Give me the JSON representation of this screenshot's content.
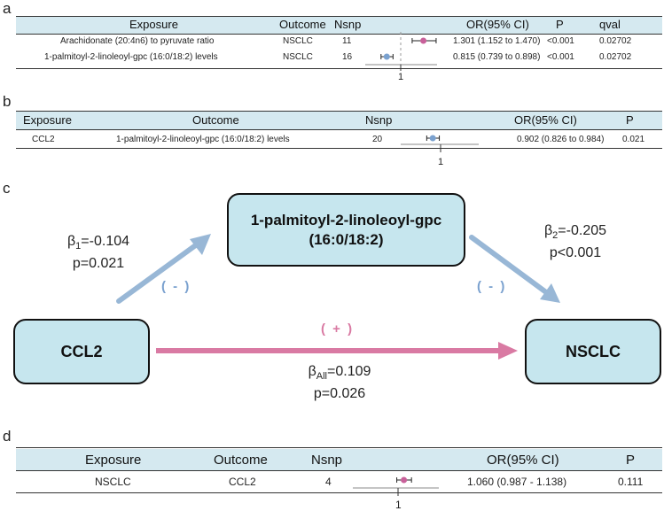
{
  "panels": {
    "a": "a",
    "b": "b",
    "c": "c",
    "d": "d"
  },
  "table_a": {
    "headers": {
      "exposure": "Exposure",
      "outcome": "Outcome",
      "nsnp": "Nsnp",
      "or": "OR(95% CI)",
      "p": "P",
      "qval": "qval"
    },
    "rows": [
      {
        "exposure": "Arachidonate (20:4n6) to pyruvate ratio",
        "outcome": "NSCLC",
        "nsnp": "11",
        "or": "1.301 (1.152 to 1.470)",
        "p": "<0.001",
        "qval": "0.02702"
      },
      {
        "exposure": "1-palmitoyl-2-linoleoyl-gpc (16:0/18:2) levels",
        "outcome": "NSCLC",
        "nsnp": "16",
        "or": "0.815 (0.739 to 0.898)",
        "p": "<0.001",
        "qval": "0.02702"
      }
    ],
    "axis_tick": "1"
  },
  "table_b": {
    "headers": {
      "exposure": "Exposure",
      "outcome": "Outcome",
      "nsnp": "Nsnp",
      "or": "OR(95% CI)",
      "p": "P"
    },
    "rows": [
      {
        "exposure": "CCL2",
        "outcome": "1-palmitoyl-2-linoleoyl-gpc (16:0/18:2) levels",
        "nsnp": "20",
        "or": "0.902 (0.826 to 0.984)",
        "p": "0.021"
      }
    ],
    "axis_tick": "1"
  },
  "diagram_c": {
    "mediator": "1-palmitoyl-2-linoleoyl-gpc",
    "mediator_line2": "(16:0/18:2)",
    "exposure": "CCL2",
    "outcome": "NSCLC",
    "beta1_symbol": "β",
    "beta1_sub": "1",
    "beta1_value": "=-0.104",
    "p1": "p=0.021",
    "beta2_symbol": "β",
    "beta2_sub": "2",
    "beta2_value": "=-0.205",
    "p2": "p<0.001",
    "beta_all_symbol": "β",
    "beta_all_sub": "All",
    "beta_all_value": "=0.109",
    "p_all": "p=0.026",
    "sign_left": "( - )",
    "sign_right": "( - )",
    "sign_direct": "( + )",
    "colors": {
      "blue_arrow": "#98b7d6",
      "pink_arrow": "#d97aa3",
      "box_fill": "#c6e6ee"
    }
  },
  "table_d": {
    "headers": {
      "exposure": "Exposure",
      "outcome": "Outcome",
      "nsnp": "Nsnp",
      "or": "OR(95% CI)",
      "p": "P"
    },
    "rows": [
      {
        "exposure": "NSCLC",
        "outcome": "CCL2",
        "nsnp": "4",
        "or": "1.060 (0.987 - 1.138)",
        "p": "0.111"
      }
    ],
    "axis_tick": "1"
  },
  "forest": {
    "a": [
      {
        "or": 1.301,
        "lo": 1.152,
        "hi": 1.47,
        "color": "#c8609a"
      },
      {
        "or": 0.815,
        "lo": 0.739,
        "hi": 0.898,
        "color": "#7aa1cf"
      }
    ],
    "b": [
      {
        "or": 0.902,
        "lo": 0.826,
        "hi": 0.984,
        "color": "#7aa1cf"
      }
    ],
    "d": [
      {
        "or": 1.06,
        "lo": 0.987,
        "hi": 1.138,
        "color": "#c8609a"
      }
    ]
  }
}
